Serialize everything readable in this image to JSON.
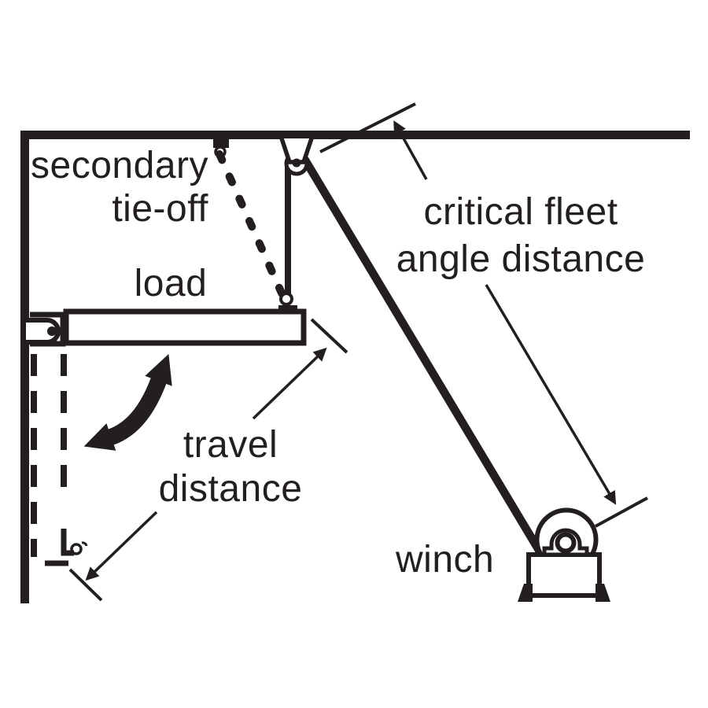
{
  "diagram": {
    "background_color": "#ffffff",
    "ink_color": "#231f20",
    "labels": {
      "secondary_tie_off_line1": "secondary",
      "secondary_tie_off_line2": "tie-off",
      "load": "load",
      "travel_distance_line1": "travel",
      "travel_distance_line2": "distance",
      "critical_fleet_line1": "critical fleet",
      "critical_fleet_line2": "angle distance",
      "winch": "winch"
    }
  }
}
